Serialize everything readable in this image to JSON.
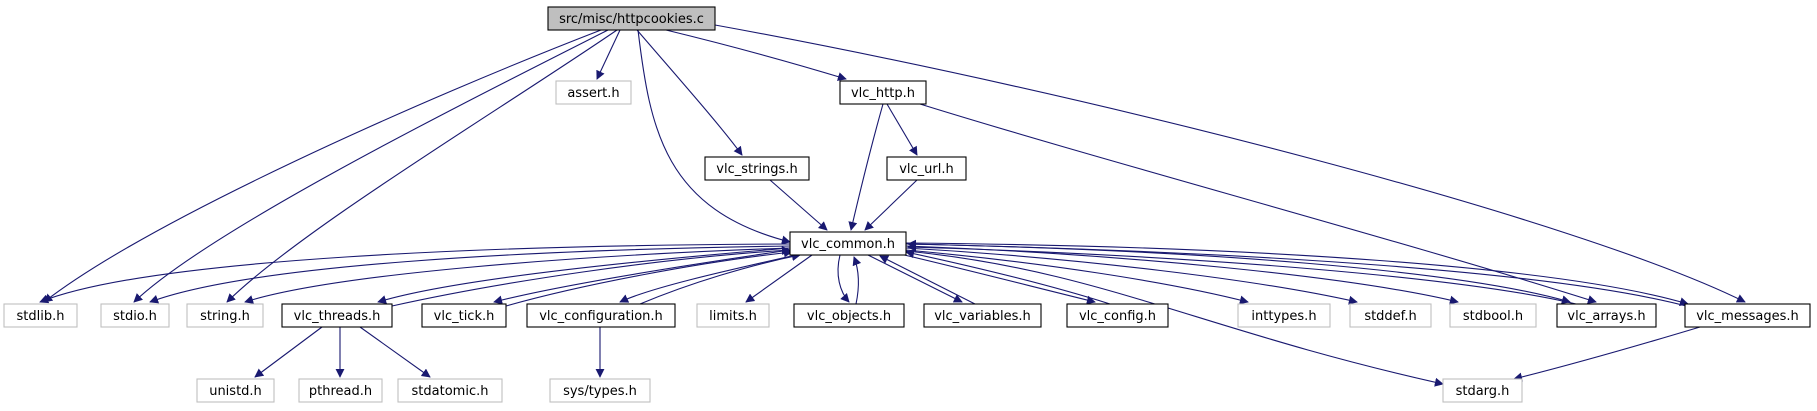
{
  "graph": {
    "root": "src/misc/httpcookies.c",
    "nodes": [
      {
        "id": "httpcookies_c",
        "label": "src/misc/httpcookies.c",
        "kind": "root"
      },
      {
        "id": "assert_h",
        "label": "assert.h",
        "kind": "external"
      },
      {
        "id": "vlc_http_h",
        "label": "vlc_http.h",
        "kind": "documented"
      },
      {
        "id": "vlc_strings_h",
        "label": "vlc_strings.h",
        "kind": "documented"
      },
      {
        "id": "vlc_url_h",
        "label": "vlc_url.h",
        "kind": "documented"
      },
      {
        "id": "vlc_common_h",
        "label": "vlc_common.h",
        "kind": "documented"
      },
      {
        "id": "stdlib_h",
        "label": "stdlib.h",
        "kind": "external"
      },
      {
        "id": "stdio_h",
        "label": "stdio.h",
        "kind": "external"
      },
      {
        "id": "string_h",
        "label": "string.h",
        "kind": "external"
      },
      {
        "id": "vlc_threads_h",
        "label": "vlc_threads.h",
        "kind": "documented"
      },
      {
        "id": "vlc_tick_h",
        "label": "vlc_tick.h",
        "kind": "documented"
      },
      {
        "id": "vlc_configuration_h",
        "label": "vlc_configuration.h",
        "kind": "documented"
      },
      {
        "id": "limits_h",
        "label": "limits.h",
        "kind": "external"
      },
      {
        "id": "vlc_objects_h",
        "label": "vlc_objects.h",
        "kind": "documented"
      },
      {
        "id": "vlc_variables_h",
        "label": "vlc_variables.h",
        "kind": "documented"
      },
      {
        "id": "vlc_config_h",
        "label": "vlc_config.h",
        "kind": "documented"
      },
      {
        "id": "inttypes_h",
        "label": "inttypes.h",
        "kind": "external"
      },
      {
        "id": "stddef_h",
        "label": "stddef.h",
        "kind": "external"
      },
      {
        "id": "stdbool_h",
        "label": "stdbool.h",
        "kind": "external"
      },
      {
        "id": "vlc_arrays_h",
        "label": "vlc_arrays.h",
        "kind": "documented"
      },
      {
        "id": "vlc_messages_h",
        "label": "vlc_messages.h",
        "kind": "documented"
      },
      {
        "id": "unistd_h",
        "label": "unistd.h",
        "kind": "external"
      },
      {
        "id": "pthread_h",
        "label": "pthread.h",
        "kind": "external"
      },
      {
        "id": "stdatomic_h",
        "label": "stdatomic.h",
        "kind": "external"
      },
      {
        "id": "sys_types_h",
        "label": "sys/types.h",
        "kind": "external"
      },
      {
        "id": "stdarg_h",
        "label": "stdarg.h",
        "kind": "external"
      }
    ],
    "edges": [
      {
        "from": "httpcookies_c",
        "to": "assert_h"
      },
      {
        "from": "httpcookies_c",
        "to": "vlc_http_h"
      },
      {
        "from": "httpcookies_c",
        "to": "vlc_strings_h"
      },
      {
        "from": "httpcookies_c",
        "to": "vlc_common_h"
      },
      {
        "from": "httpcookies_c",
        "to": "stdlib_h"
      },
      {
        "from": "httpcookies_c",
        "to": "stdio_h"
      },
      {
        "from": "httpcookies_c",
        "to": "string_h"
      },
      {
        "from": "httpcookies_c",
        "to": "vlc_messages_h"
      },
      {
        "from": "vlc_http_h",
        "to": "vlc_url_h"
      },
      {
        "from": "vlc_http_h",
        "to": "vlc_common_h"
      },
      {
        "from": "vlc_http_h",
        "to": "vlc_arrays_h"
      },
      {
        "from": "vlc_strings_h",
        "to": "vlc_common_h"
      },
      {
        "from": "vlc_url_h",
        "to": "vlc_common_h"
      },
      {
        "from": "vlc_common_h",
        "to": "stdlib_h"
      },
      {
        "from": "vlc_common_h",
        "to": "stdio_h"
      },
      {
        "from": "vlc_common_h",
        "to": "string_h"
      },
      {
        "from": "vlc_common_h",
        "to": "vlc_threads_h"
      },
      {
        "from": "vlc_common_h",
        "to": "vlc_tick_h"
      },
      {
        "from": "vlc_common_h",
        "to": "vlc_configuration_h"
      },
      {
        "from": "vlc_common_h",
        "to": "limits_h"
      },
      {
        "from": "vlc_common_h",
        "to": "vlc_objects_h"
      },
      {
        "from": "vlc_common_h",
        "to": "vlc_variables_h"
      },
      {
        "from": "vlc_common_h",
        "to": "vlc_config_h"
      },
      {
        "from": "vlc_common_h",
        "to": "inttypes_h"
      },
      {
        "from": "vlc_common_h",
        "to": "stddef_h"
      },
      {
        "from": "vlc_common_h",
        "to": "stdbool_h"
      },
      {
        "from": "vlc_common_h",
        "to": "vlc_arrays_h"
      },
      {
        "from": "vlc_common_h",
        "to": "vlc_messages_h"
      },
      {
        "from": "vlc_common_h",
        "to": "stdarg_h"
      },
      {
        "from": "vlc_threads_h",
        "to": "vlc_common_h"
      },
      {
        "from": "vlc_threads_h",
        "to": "unistd_h"
      },
      {
        "from": "vlc_threads_h",
        "to": "pthread_h"
      },
      {
        "from": "vlc_threads_h",
        "to": "stdatomic_h"
      },
      {
        "from": "vlc_tick_h",
        "to": "vlc_common_h"
      },
      {
        "from": "vlc_configuration_h",
        "to": "vlc_common_h"
      },
      {
        "from": "vlc_configuration_h",
        "to": "sys_types_h"
      },
      {
        "from": "vlc_objects_h",
        "to": "vlc_common_h"
      },
      {
        "from": "vlc_variables_h",
        "to": "vlc_common_h"
      },
      {
        "from": "vlc_config_h",
        "to": "vlc_common_h"
      },
      {
        "from": "vlc_arrays_h",
        "to": "vlc_common_h"
      },
      {
        "from": "vlc_messages_h",
        "to": "vlc_common_h"
      },
      {
        "from": "vlc_messages_h",
        "to": "stdarg_h"
      }
    ]
  },
  "colors": {
    "edge": "#191970",
    "root_fill": "#bfbfbf",
    "root_border": "#000000",
    "documented_border": "#000000",
    "external_border": "#bfbfbf",
    "text": "#000000",
    "background": "#ffffff"
  }
}
